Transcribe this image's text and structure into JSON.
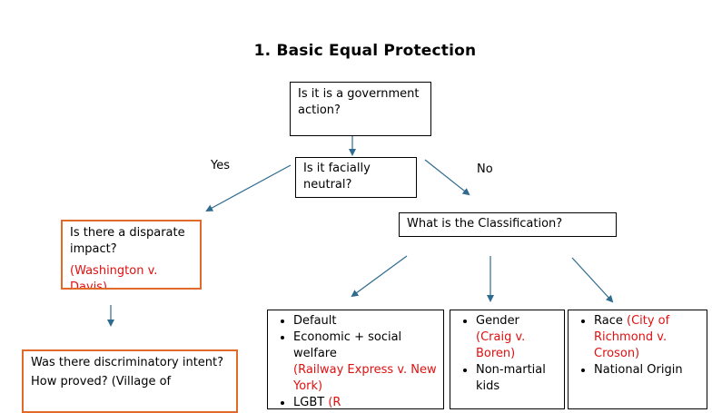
{
  "title": "1. Basic Equal Protection",
  "nodes": {
    "government_action": "Is it is a government action?",
    "facially_neutral": "Is it facially neutral?",
    "classification": "What is the Classification?",
    "disparate_impact": {
      "question": "Is there a disparate impact?",
      "case": "(Washington v. Davis)"
    },
    "discriminatory_intent": {
      "question": "Was there discriminatory intent?",
      "extra": "How proved? (Village of"
    }
  },
  "labels": {
    "yes": "Yes",
    "no": "No"
  },
  "tiers": {
    "default": {
      "items": [
        {
          "text": "Default",
          "case": ""
        },
        {
          "text": "Economic + social welfare",
          "case": "(Railway Express v. New York)"
        },
        {
          "text": "LGBT",
          "case": "(R"
        }
      ]
    },
    "intermediate": {
      "items": [
        {
          "text": "Gender",
          "case": "(Craig v. Boren)"
        },
        {
          "text": "Non-martial kids",
          "case": ""
        }
      ]
    },
    "strict": {
      "items": [
        {
          "text": "Race",
          "case": "(City of Richmond v. Croson)"
        },
        {
          "text": "National Origin",
          "case": ""
        }
      ]
    }
  },
  "colors": {
    "arrow": "#2e6b8f",
    "orange_border": "#e06a2a",
    "case_text": "#e01010"
  }
}
